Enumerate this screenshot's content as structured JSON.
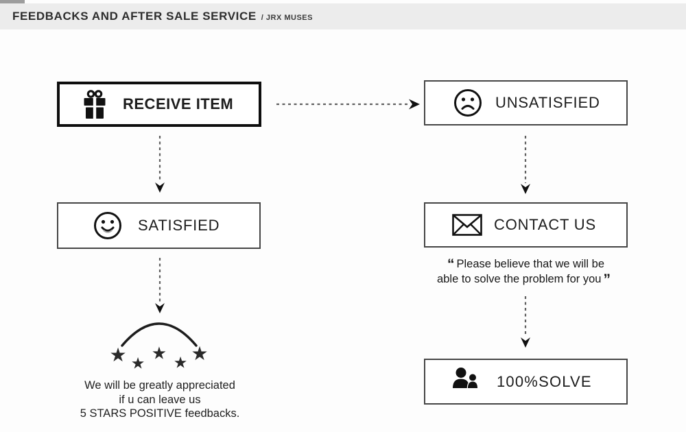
{
  "header": {
    "title": "FEEDBACKS AND AFTER SALE SERVICE",
    "subtitle": "/ JRX MUSES"
  },
  "flow": {
    "receive": {
      "label": "RECEIVE ITEM",
      "icon": "gift-icon"
    },
    "unsatisfied": {
      "label": "UNSATISFIED",
      "icon": "sad-face-icon"
    },
    "satisfied": {
      "label": "SATISFIED",
      "icon": "smiley-face-icon"
    },
    "contact": {
      "label": "CONTACT US",
      "icon": "envelope-icon"
    },
    "solve": {
      "label": "100%SOLVE",
      "icon": "people-icon"
    },
    "quote": {
      "open_mark": "“",
      "line1": "Please believe that we will be",
      "line2": "able to solve the problem for you",
      "close_mark": "”"
    },
    "note": {
      "line1": "We will be greatly appreciated",
      "line2": "if u can leave us",
      "line3": "5 STARS POSITIVE feedbacks."
    },
    "stars_count": 5,
    "star_glyph": "★"
  },
  "colors": {
    "header_bg": "#ececec",
    "ink": "#1c1c1c",
    "thick_border": "#0e0e0e",
    "thin_border": "#454545",
    "arrow": "#5f5f5f"
  }
}
